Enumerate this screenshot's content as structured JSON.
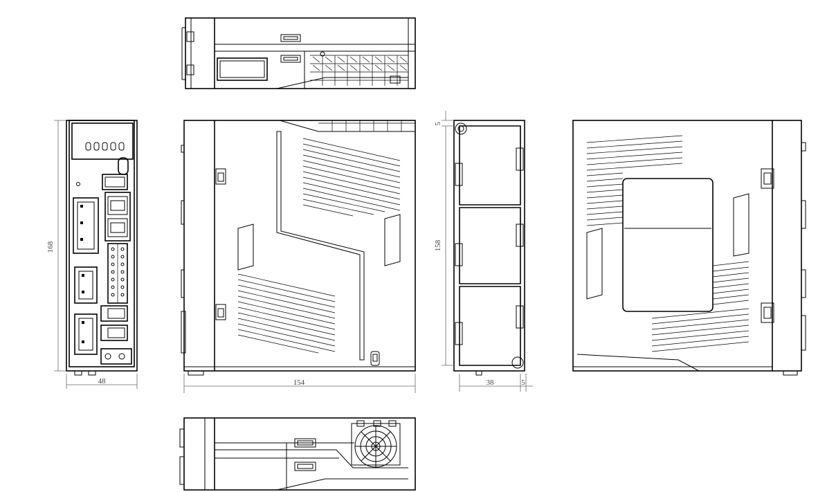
{
  "dimensions": {
    "front_height": "168",
    "front_width": "48",
    "side_length": "154",
    "rear_top_offset": "5",
    "rear_height": "158",
    "rear_depth": "38",
    "rear_bottom_offset": "5"
  },
  "display_digits": [
    "0",
    "0",
    "0",
    "0",
    "0"
  ]
}
